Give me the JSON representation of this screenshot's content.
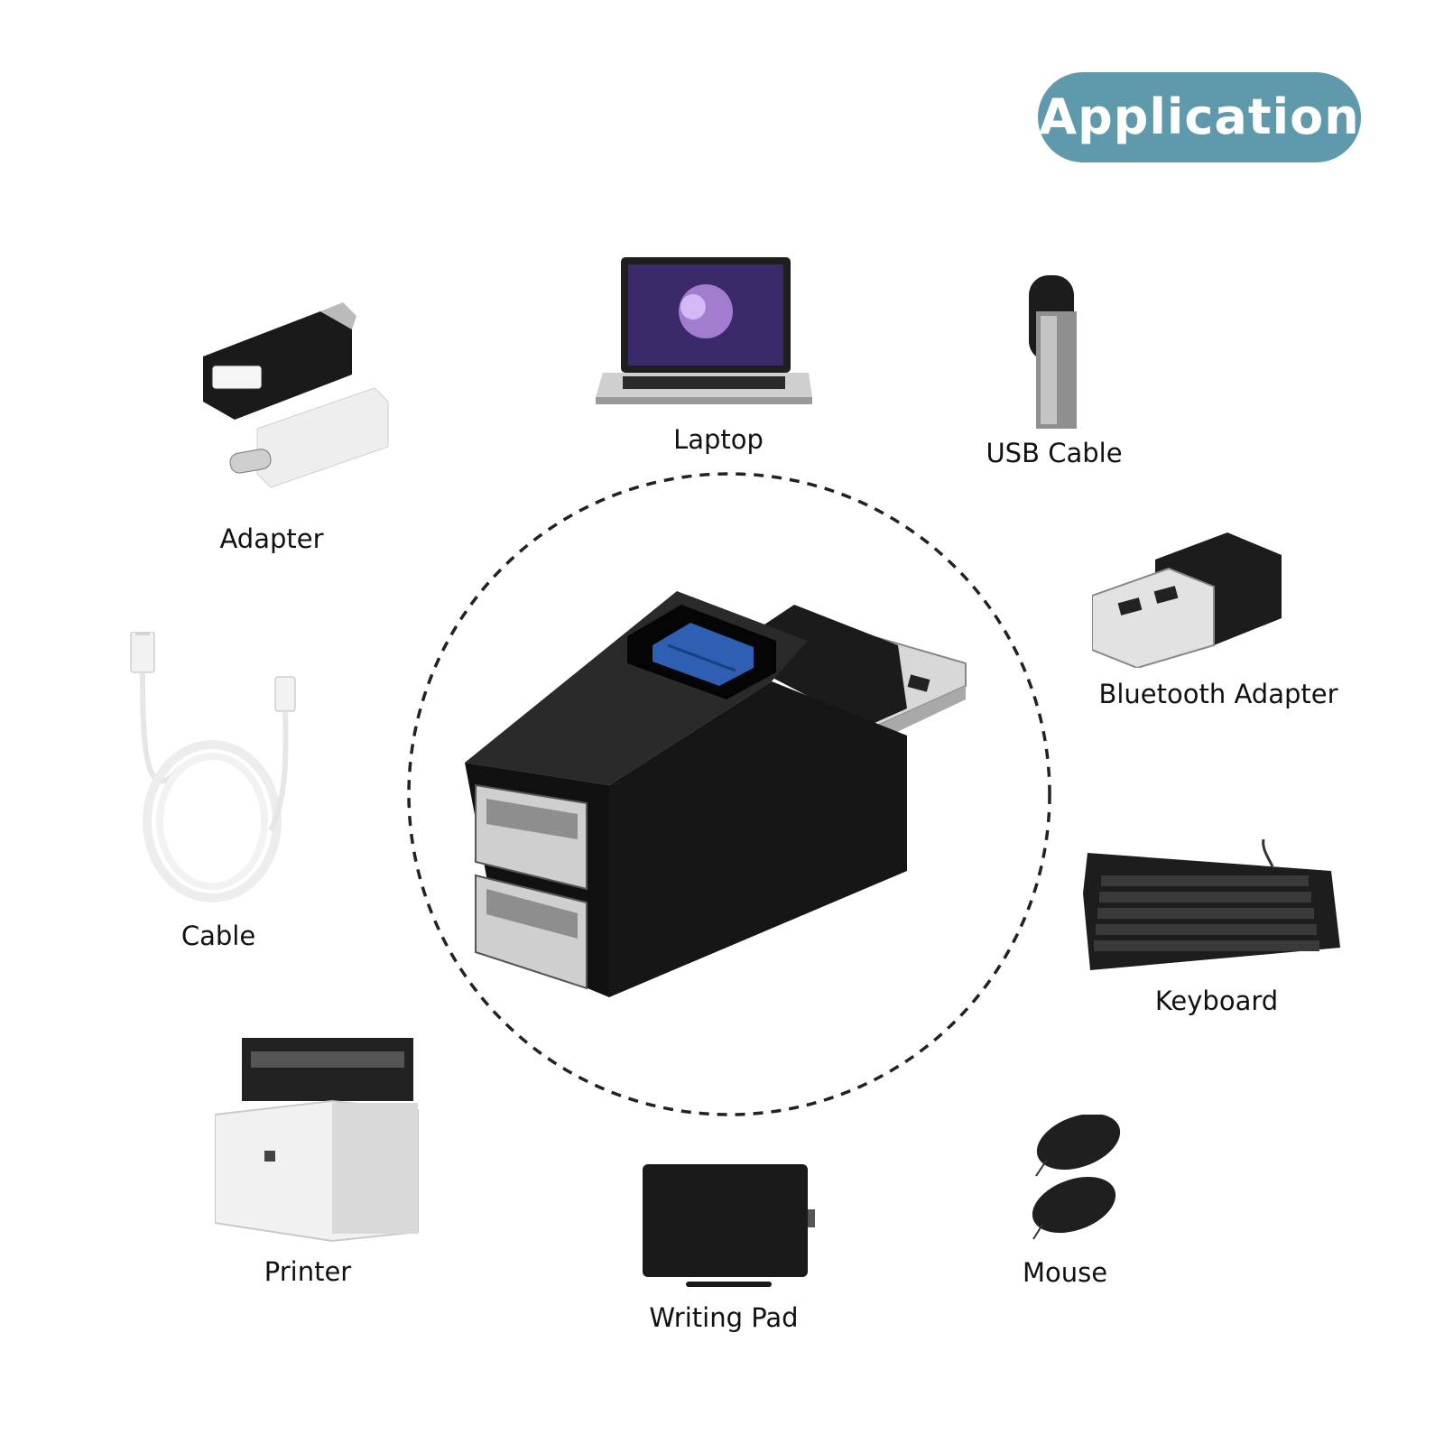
{
  "header": {
    "badge": "Application"
  },
  "colors": {
    "badge_bg": "#5f9aac",
    "hub_body": "#141414",
    "usb3_port": "#2f5fb3"
  },
  "devices": [
    {
      "label": "Adapter",
      "icon": "otg-adapter-icon"
    },
    {
      "label": "Laptop",
      "icon": "laptop-icon"
    },
    {
      "label": "USB Cable",
      "icon": "usb-flash-drive-icon"
    },
    {
      "label": "Bluetooth Adapter",
      "icon": "bluetooth-dongle-icon"
    },
    {
      "label": "Cable",
      "icon": "usb-cable-icon"
    },
    {
      "label": "Keyboard",
      "icon": "keyboard-icon"
    },
    {
      "label": "Printer",
      "icon": "printer-icon"
    },
    {
      "label": "Writing Pad",
      "icon": "writing-pad-icon"
    },
    {
      "label": "Mouse",
      "icon": "mouse-icon"
    }
  ],
  "center": {
    "icon": "usb-hub-icon"
  }
}
